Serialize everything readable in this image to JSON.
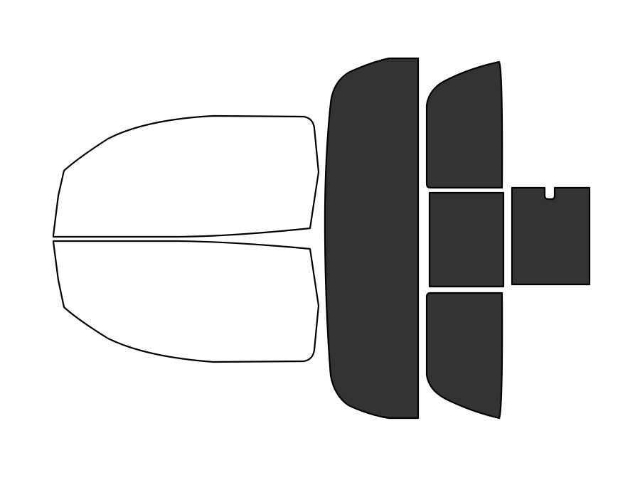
{
  "colors": {
    "background": "#ffffff",
    "outline": "#000000",
    "untinted": "#ffffff",
    "tinted": "#333333"
  },
  "panels": [
    {
      "name": "front-left-window-panel",
      "tinted": false
    },
    {
      "name": "front-right-window-panel",
      "tinted": false
    },
    {
      "name": "rear-windshield-panel",
      "tinted": true
    },
    {
      "name": "rear-upper-side-window-panel",
      "tinted": true
    },
    {
      "name": "rear-middle-side-window-panel",
      "tinted": true
    },
    {
      "name": "rear-lower-side-window-panel",
      "tinted": true
    },
    {
      "name": "back-slider-window-panel",
      "tinted": true
    }
  ]
}
